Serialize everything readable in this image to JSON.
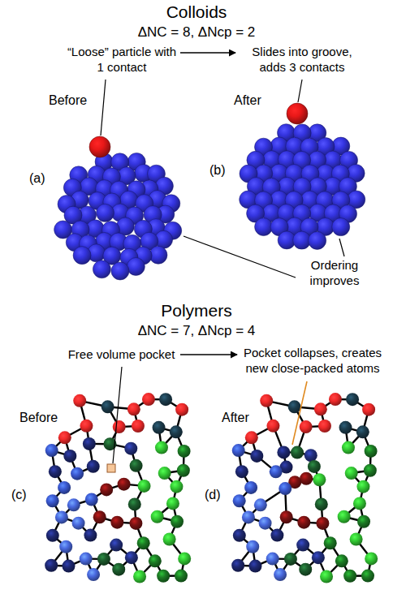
{
  "diagram": {
    "labels": [
      "Colloids",
      "ΔNC = 8, ΔNcp = 2",
      "“Loose” particle with 1 contact",
      "Slides into groove, adds 3 contacts",
      "Before",
      "After",
      "(a)",
      "(b)",
      "Ordering improves",
      "Polymers",
      "ΔNC = 7, ΔNcp = 4",
      "Free volume pocket",
      "Pocket collapses, creates new close-packed atoms",
      "Before",
      "After",
      "(c)",
      "(d)"
    ]
  }
}
